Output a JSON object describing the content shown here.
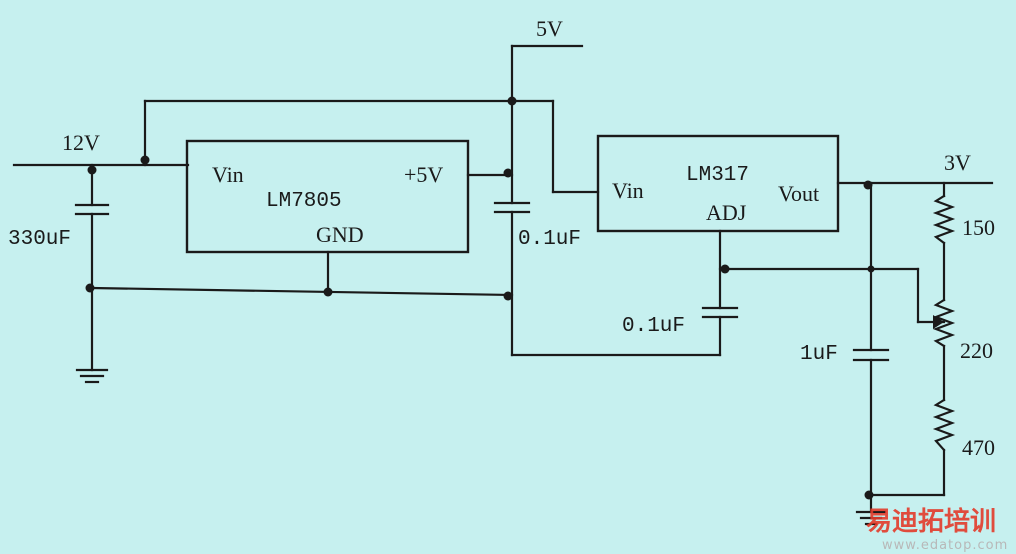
{
  "labels": {
    "v12": "12V",
    "v5": "5V",
    "v3": "3V",
    "cap330": "330uF",
    "cap01_a": "0.1uF",
    "cap01_b": "0.1uF",
    "cap1": "1uF",
    "r150": "150",
    "r220": "220",
    "r470": "470"
  },
  "lm7805": {
    "name": "LM7805",
    "vin": "Vin",
    "out": "+5V",
    "gnd": "GND"
  },
  "lm317": {
    "name": "LM317",
    "vin": "Vin",
    "adj": "ADJ",
    "vout": "Vout"
  },
  "watermark": {
    "cn": "易迪拓培训",
    "url": "www.edatop.com"
  }
}
